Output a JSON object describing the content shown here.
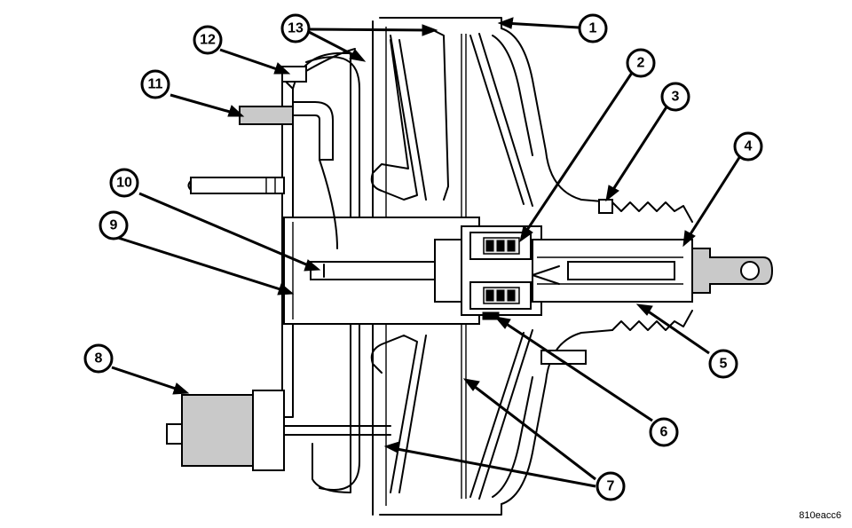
{
  "diagram": {
    "callouts": [
      "1",
      "2",
      "3",
      "4",
      "5",
      "6",
      "7",
      "8",
      "9",
      "10",
      "11",
      "12",
      "13"
    ],
    "figure_code": "810eacc6"
  }
}
